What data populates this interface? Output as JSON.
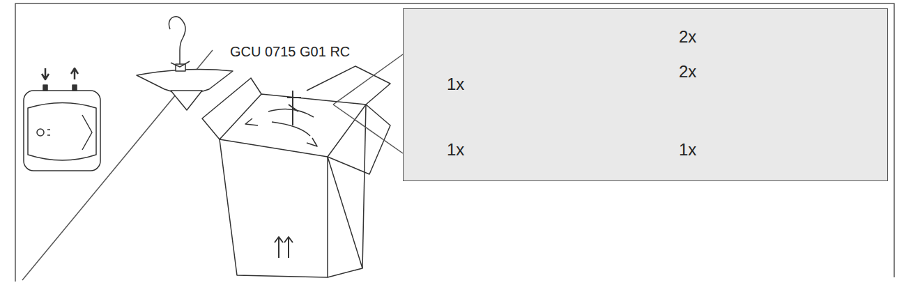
{
  "diagram": {
    "nodes": [
      {
        "text": [
          "1x",
          "2x",
          "2x",
          "1x",
          "1x"
        ]
      }
    ],
    "labels": [
      "GCU 0715 G01 RC"
    ]
  }
}
